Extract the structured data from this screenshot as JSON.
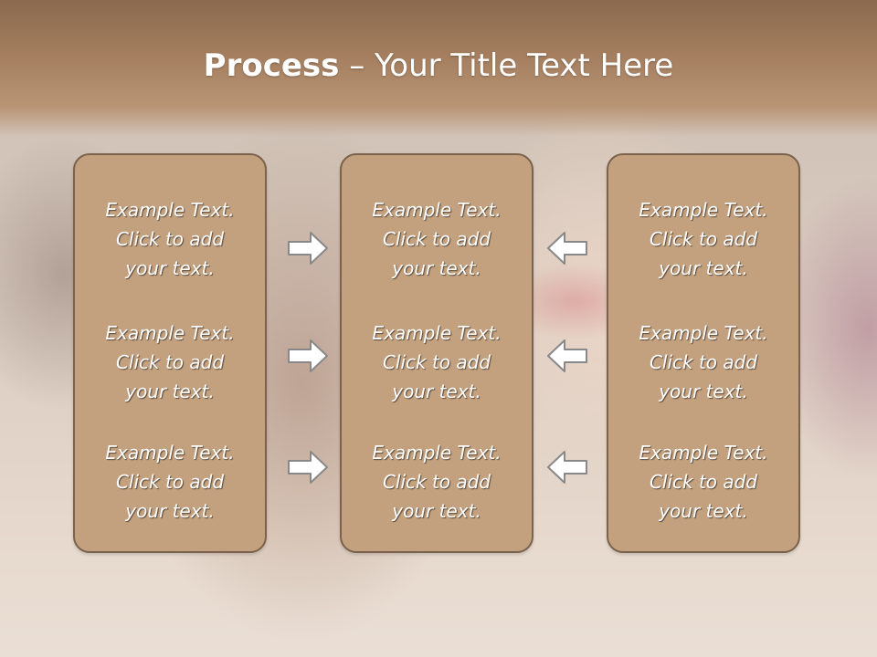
{
  "slide": {
    "title_bold": "Process",
    "title_sep": " – ",
    "title_rest": "Your Title Text Here"
  },
  "columns": [
    {
      "items": [
        {
          "line1": "Example Text.",
          "line2": "Click  to add",
          "line3": "your text."
        },
        {
          "line1": "Example Text.",
          "line2": "Click  to add",
          "line3": "your text."
        },
        {
          "line1": "Example Text.",
          "line2": "Click  to add",
          "line3": "your text."
        }
      ]
    },
    {
      "items": [
        {
          "line1": "Example Text.",
          "line2": "Click  to add",
          "line3": "your text."
        },
        {
          "line1": "Example Text.",
          "line2": "Click  to add",
          "line3": "your text."
        },
        {
          "line1": "Example Text.",
          "line2": "Click  to add",
          "line3": "your text."
        }
      ]
    },
    {
      "items": [
        {
          "line1": "Example Text.",
          "line2": "Click  to add",
          "line3": "your text."
        },
        {
          "line1": "Example Text.",
          "line2": "Click  to add",
          "line3": "your text."
        },
        {
          "line1": "Example Text.",
          "line2": "Click  to add",
          "line3": "your text."
        }
      ]
    }
  ],
  "colors": {
    "header": "#a47e5e",
    "box_fill": "#c4a17e",
    "box_border": "#7a624c",
    "arrow_fill": "#ffffff",
    "arrow_stroke": "#888888"
  }
}
